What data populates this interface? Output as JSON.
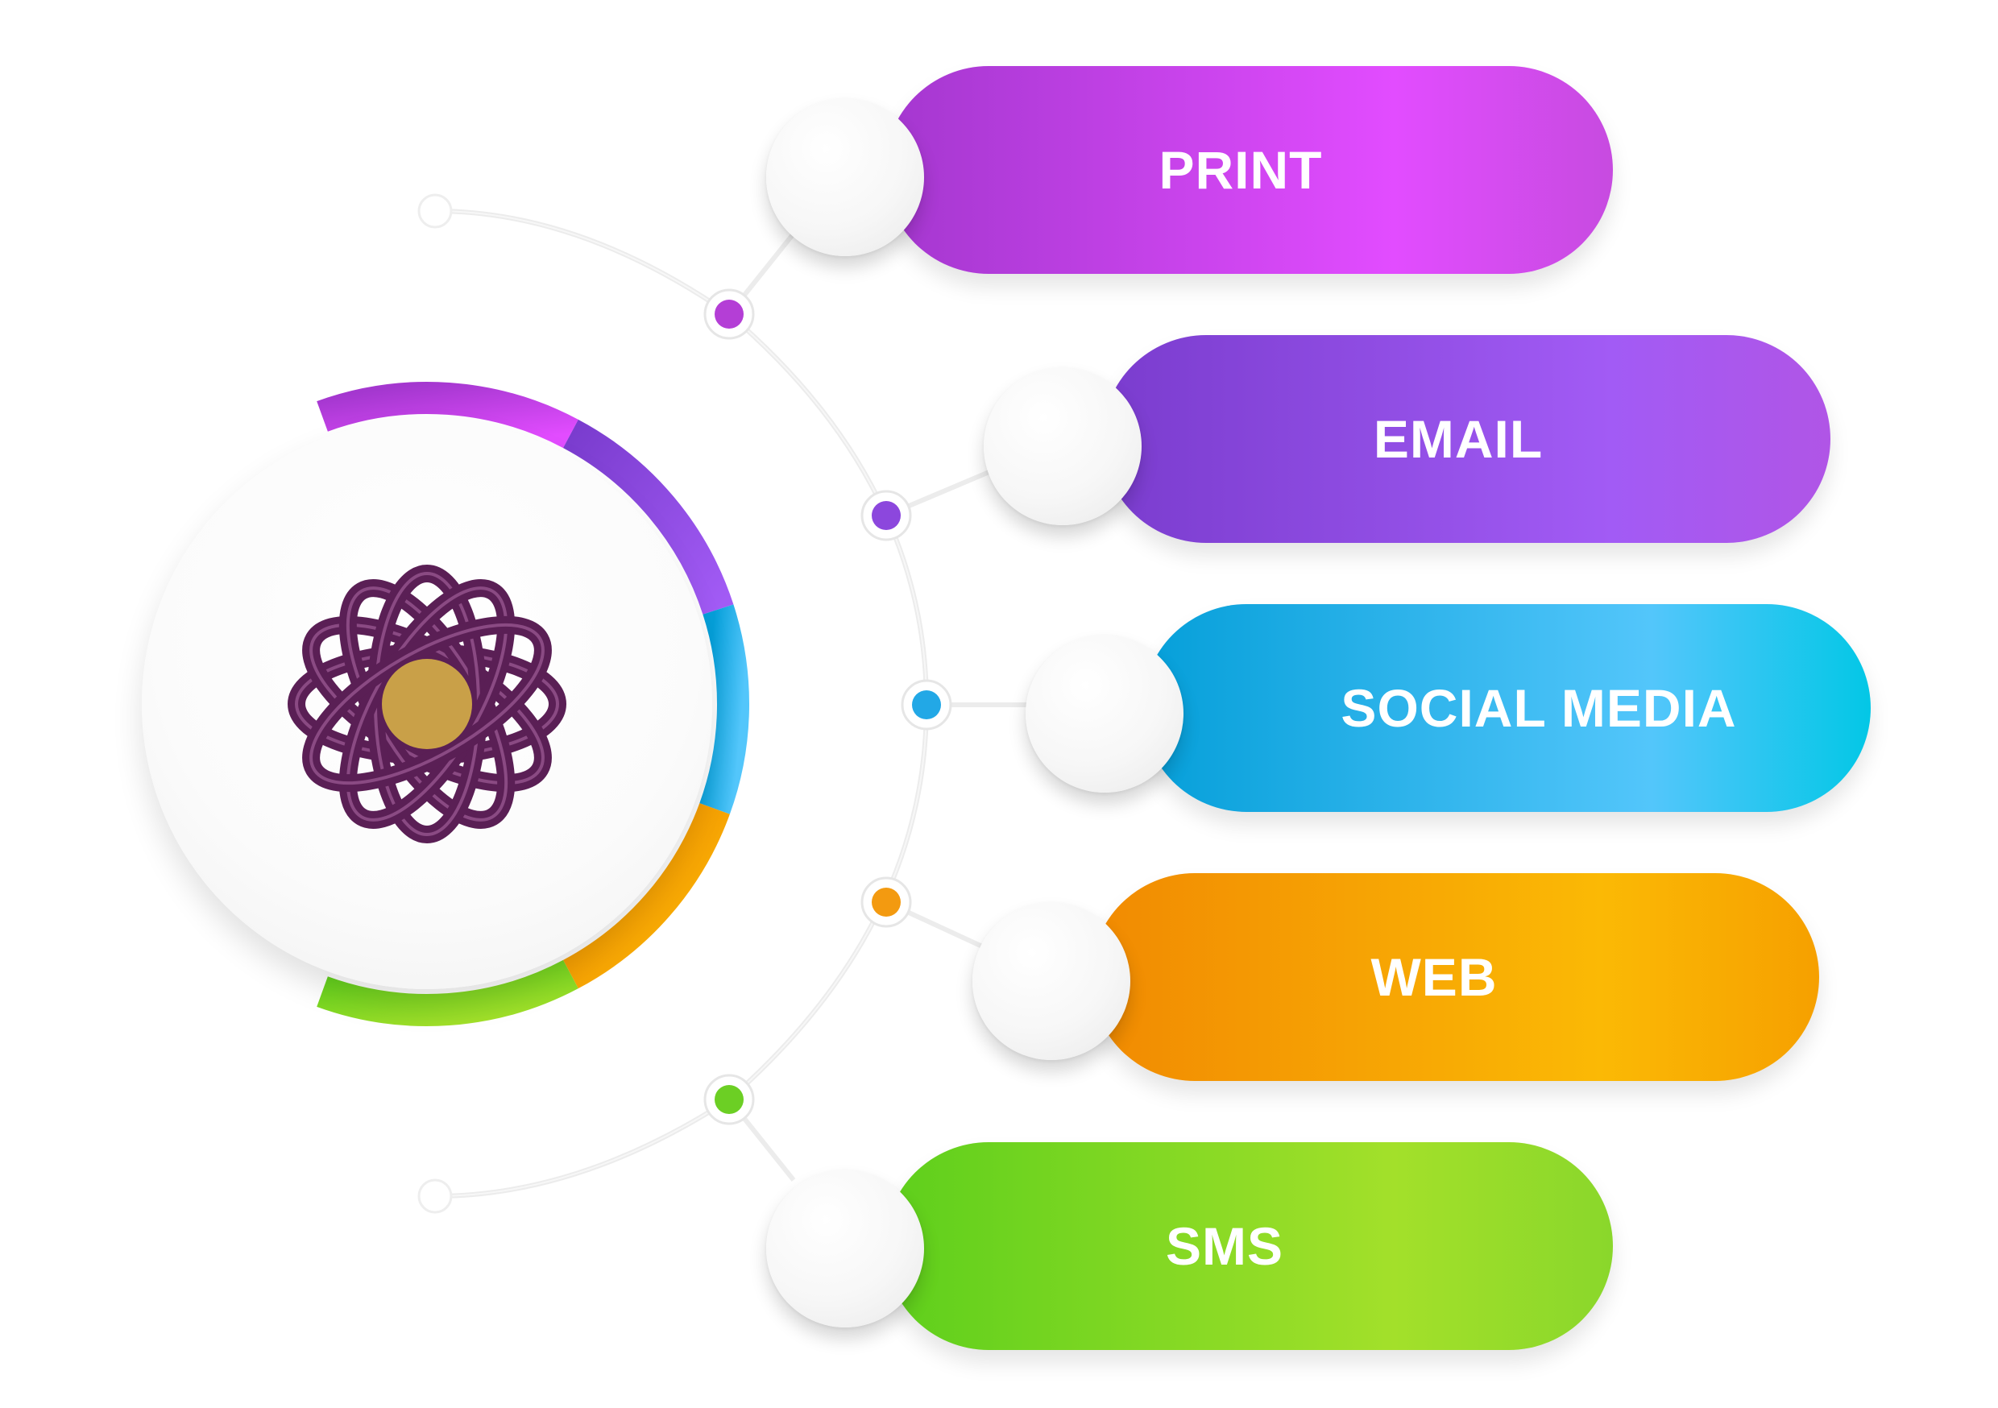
{
  "channels": [
    {
      "label": "PRINT",
      "color_from": "#a437cf",
      "color_to": "#e24cff",
      "color_end": "#c74be0",
      "dot": "#b43ed6"
    },
    {
      "label": "EMAIL",
      "color_from": "#7a3cce",
      "color_to": "#a25bf5",
      "color_end": "#b055e6",
      "dot": "#8c47dd"
    },
    {
      "label": "SOCIAL MEDIA",
      "color_from": "#059fd9",
      "color_to": "#53c6fb",
      "color_end": "#03c7e6",
      "dot": "#22a8e6"
    },
    {
      "label": "WEB",
      "color_from": "#f18a02",
      "color_to": "#fbb905",
      "color_end": "#f6a000",
      "dot": "#f39a10"
    },
    {
      "label": "SMS",
      "color_from": "#5ecf1c",
      "color_to": "#a3e02a",
      "color_end": "#8ad72b",
      "dot": "#6ccf24"
    }
  ],
  "logo": {
    "ring_color": "#5a1f55",
    "center_color": "#c9a048"
  },
  "line_color": "#ececec"
}
